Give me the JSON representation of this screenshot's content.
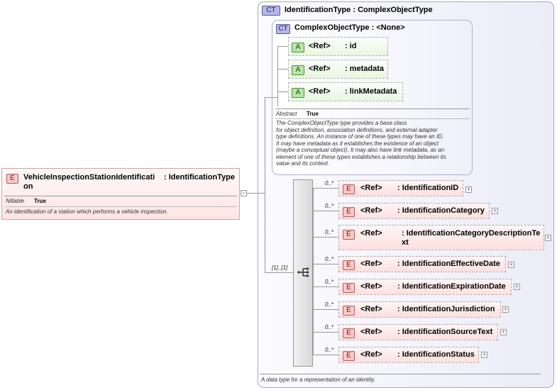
{
  "root": {
    "badge": "E",
    "name": "VehicleInspectionStationIdentificati",
    "name_line2": "on",
    "type": ": IdentificationType",
    "nillable_label": "Nillable",
    "nillable_value": "True",
    "description": "An identification of a station which performs a vehicle inspection.",
    "expand": "−"
  },
  "outer_type": {
    "badge": "CT",
    "title": "IdentificationType : ComplexObjectType",
    "description": "A data type for a representation of an identity."
  },
  "base_type": {
    "badge": "CT",
    "title": "ComplexObjectType : <None>",
    "abstract_label": "Abstract",
    "abstract_value": "True",
    "description_lines": [
      "The ComplexObjectType type provides a base class",
      "for object definition, association definitions, and external adapter",
      "type definitions. An instance of one of these types may have an ID.",
      "It may have metadata as it establishes the existence of an object",
      "(maybe a conceptual object). It may also have link metadata, as an",
      "element of one of these types establishes a relationship between its",
      "value and its context."
    ],
    "attributes": [
      {
        "badge": "A",
        "ref": "<Ref>",
        "name": ": id"
      },
      {
        "badge": "A",
        "ref": "<Ref>",
        "name": ": metadata"
      },
      {
        "badge": "A",
        "ref": "<Ref>",
        "name": ": linkMetadata"
      }
    ]
  },
  "sequence": {
    "occurrence": "[1]..[1]",
    "icon": "sequence-compositor"
  },
  "elements": [
    {
      "badge": "E",
      "occ": "0..*",
      "ref": "<Ref>",
      "name": ": IdentificationID",
      "name2": "",
      "plus": "+"
    },
    {
      "badge": "E",
      "occ": "0..*",
      "ref": "<Ref>",
      "name": ": IdentificationCategory",
      "name2": "",
      "plus": "+"
    },
    {
      "badge": "E",
      "occ": "0..*",
      "ref": "<Ref>",
      "name": ": IdentificationCategoryDescriptionTe",
      "name2": "xt",
      "plus": "+"
    },
    {
      "badge": "E",
      "occ": "0..*",
      "ref": "<Ref>",
      "name": ": IdentificationEffectiveDate",
      "name2": "",
      "plus": "+"
    },
    {
      "badge": "E",
      "occ": "0..*",
      "ref": "<Ref>",
      "name": ": IdentificationExpirationDate",
      "name2": "",
      "plus": "+"
    },
    {
      "badge": "E",
      "occ": "0..*",
      "ref": "<Ref>",
      "name": ": IdentificationJurisdiction",
      "name2": "",
      "plus": "+"
    },
    {
      "badge": "E",
      "occ": "0..*",
      "ref": "<Ref>",
      "name": ": IdentificationSourceText",
      "name2": "",
      "plus": "+"
    },
    {
      "badge": "E",
      "occ": "0..*",
      "ref": "<Ref>",
      "name": ": IdentificationStatus",
      "name2": "",
      "plus": "+"
    }
  ]
}
